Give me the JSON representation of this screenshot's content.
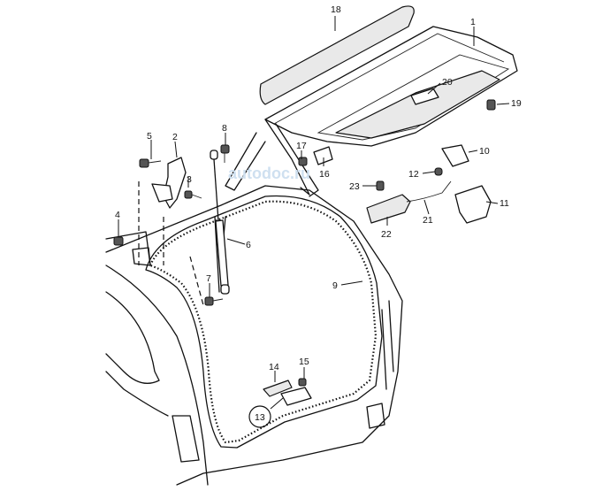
{
  "watermark": "autodoc.ru",
  "callouts": [
    {
      "id": "1",
      "label": "1"
    },
    {
      "id": "2",
      "label": "2"
    },
    {
      "id": "3",
      "label": "3"
    },
    {
      "id": "4",
      "label": "4"
    },
    {
      "id": "5",
      "label": "5"
    },
    {
      "id": "6",
      "label": "6"
    },
    {
      "id": "7",
      "label": "7"
    },
    {
      "id": "8",
      "label": "8"
    },
    {
      "id": "9",
      "label": "9"
    },
    {
      "id": "10",
      "label": "10"
    },
    {
      "id": "11",
      "label": "11"
    },
    {
      "id": "12",
      "label": "12"
    },
    {
      "id": "13",
      "label": "13"
    },
    {
      "id": "14",
      "label": "14"
    },
    {
      "id": "15",
      "label": "15"
    },
    {
      "id": "16",
      "label": "16"
    },
    {
      "id": "17",
      "label": "17"
    },
    {
      "id": "18",
      "label": "18"
    },
    {
      "id": "19",
      "label": "19"
    },
    {
      "id": "20",
      "label": "20"
    },
    {
      "id": "21",
      "label": "21"
    },
    {
      "id": "22",
      "label": "22"
    },
    {
      "id": "23",
      "label": "23"
    }
  ],
  "highlighted_callout": "13"
}
